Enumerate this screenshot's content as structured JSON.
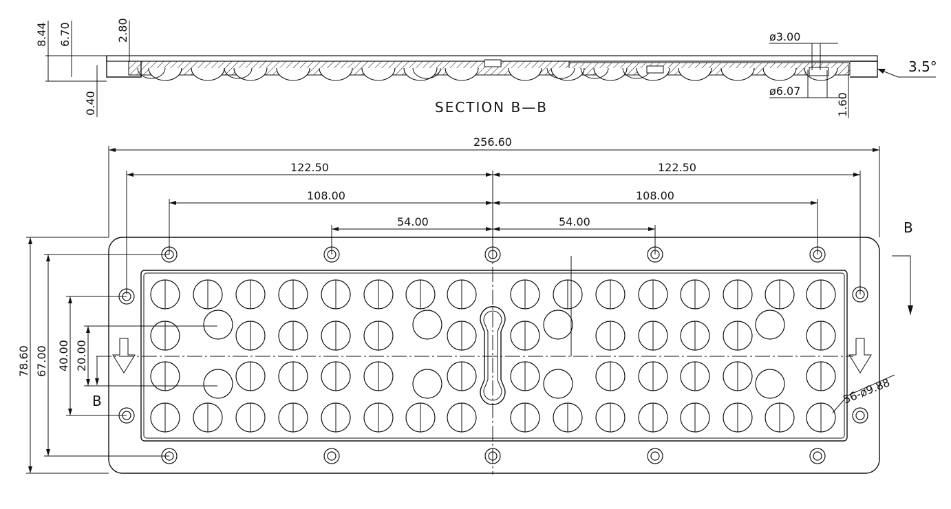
{
  "drawing": {
    "section_title": "SECTION B—B",
    "section_letter": "B",
    "angle_label": "3.5°",
    "lens_note": "56-ø9.88"
  },
  "section_dims": {
    "h_total": "8.44",
    "h_mid": "6.70",
    "h_top": "2.80",
    "h_low": "0.40",
    "d_small": "ø3.00",
    "d_large": "ø6.07",
    "h_step": "1.60"
  },
  "plan_dims": {
    "overall_width": "256.60",
    "hole_span_left": "122.50",
    "hole_span_right": "122.50",
    "mid_span_left": "108.00",
    "mid_span_right": "108.00",
    "inner_span_left": "54.00",
    "inner_span_right": "54.00",
    "overall_height": "78.60",
    "hole_height": "67.00",
    "v_40": "40.00",
    "v_20": "20.00"
  }
}
